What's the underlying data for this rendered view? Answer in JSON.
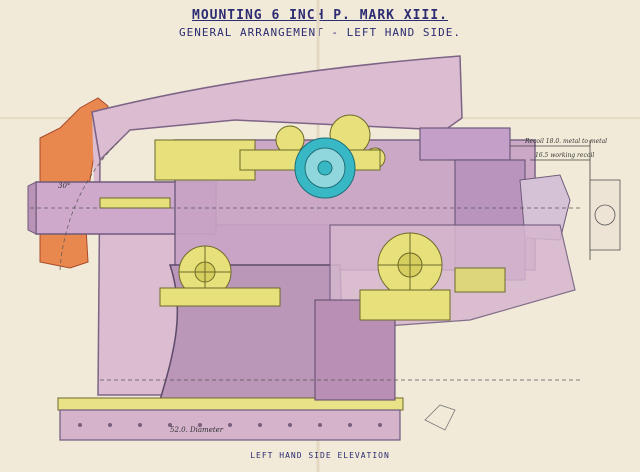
{
  "title": "MOUNTING 6 INCH P. MARK XIII.",
  "subtitle": "GENERAL ARRANGEMENT - LEFT HAND SIDE.",
  "caption": "LEFT HAND SIDE ELEVATION",
  "annotations": {
    "recoil_metal": "Recoil 18.0. metal to metal",
    "working_recoil": "16.5 working recoil",
    "diameter": "52.0. Diameter",
    "angle": "30°"
  },
  "colors": {
    "paper": "#f1ead8",
    "shield": "#d9b9cf",
    "gun": "#c9a3c6",
    "gun_dark": "#9e7fa6",
    "yellow": "#e8e07a",
    "cyan": "#38b8c4",
    "orange": "#e9884e",
    "ink": "#2c2c72"
  }
}
